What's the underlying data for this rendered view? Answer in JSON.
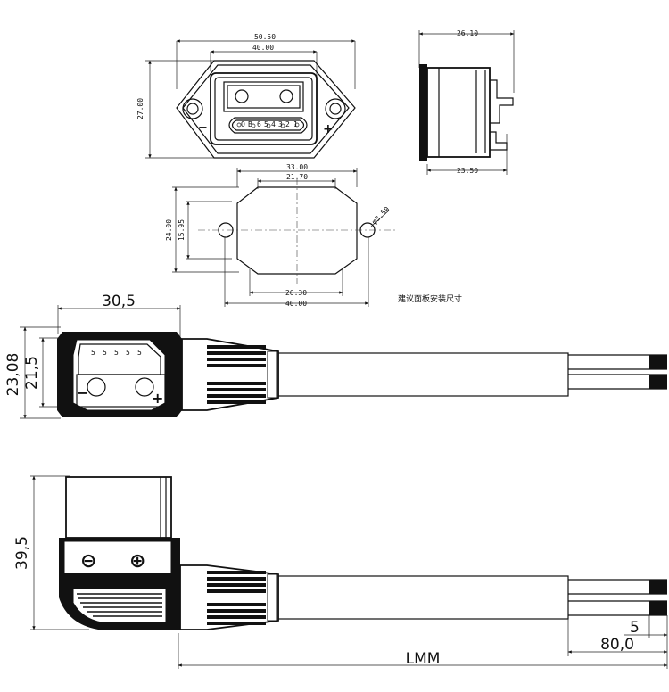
{
  "front_view": {
    "dims": {
      "width_outer": "50.50",
      "width_inner": "40.00",
      "height": "27.00"
    },
    "polarity": {
      "minus": "−",
      "plus": "+"
    },
    "pin_labels": [
      "O",
      "B",
      "6",
      "5",
      "4",
      "3",
      "2",
      "1"
    ]
  },
  "side_view": {
    "dims": {
      "top": "26.10",
      "bottom": "23.50"
    }
  },
  "panel_cutout": {
    "dims": {
      "top_outer": "33.00",
      "top_inner": "21.70",
      "height_outer": "24.00",
      "height_inner": "15.95",
      "hole": "φ3.50",
      "bottom_inner": "26.30",
      "bottom_outer": "40.00"
    },
    "note": "建议面板安装尺寸"
  },
  "cable_view_1": {
    "dims": {
      "width": "30,5",
      "height_outer": "23,08",
      "height_inner": "21,5"
    },
    "polarity": {
      "minus": "−",
      "plus": "+"
    },
    "pin_labels": [
      "5",
      "5",
      "5",
      "5",
      "5"
    ]
  },
  "cable_view_2": {
    "dims": {
      "height": "39,5",
      "strip": "5",
      "lead": "80,0",
      "length": "LMM"
    },
    "polarity": {
      "minus": "⊖",
      "plus": "⊕"
    }
  }
}
